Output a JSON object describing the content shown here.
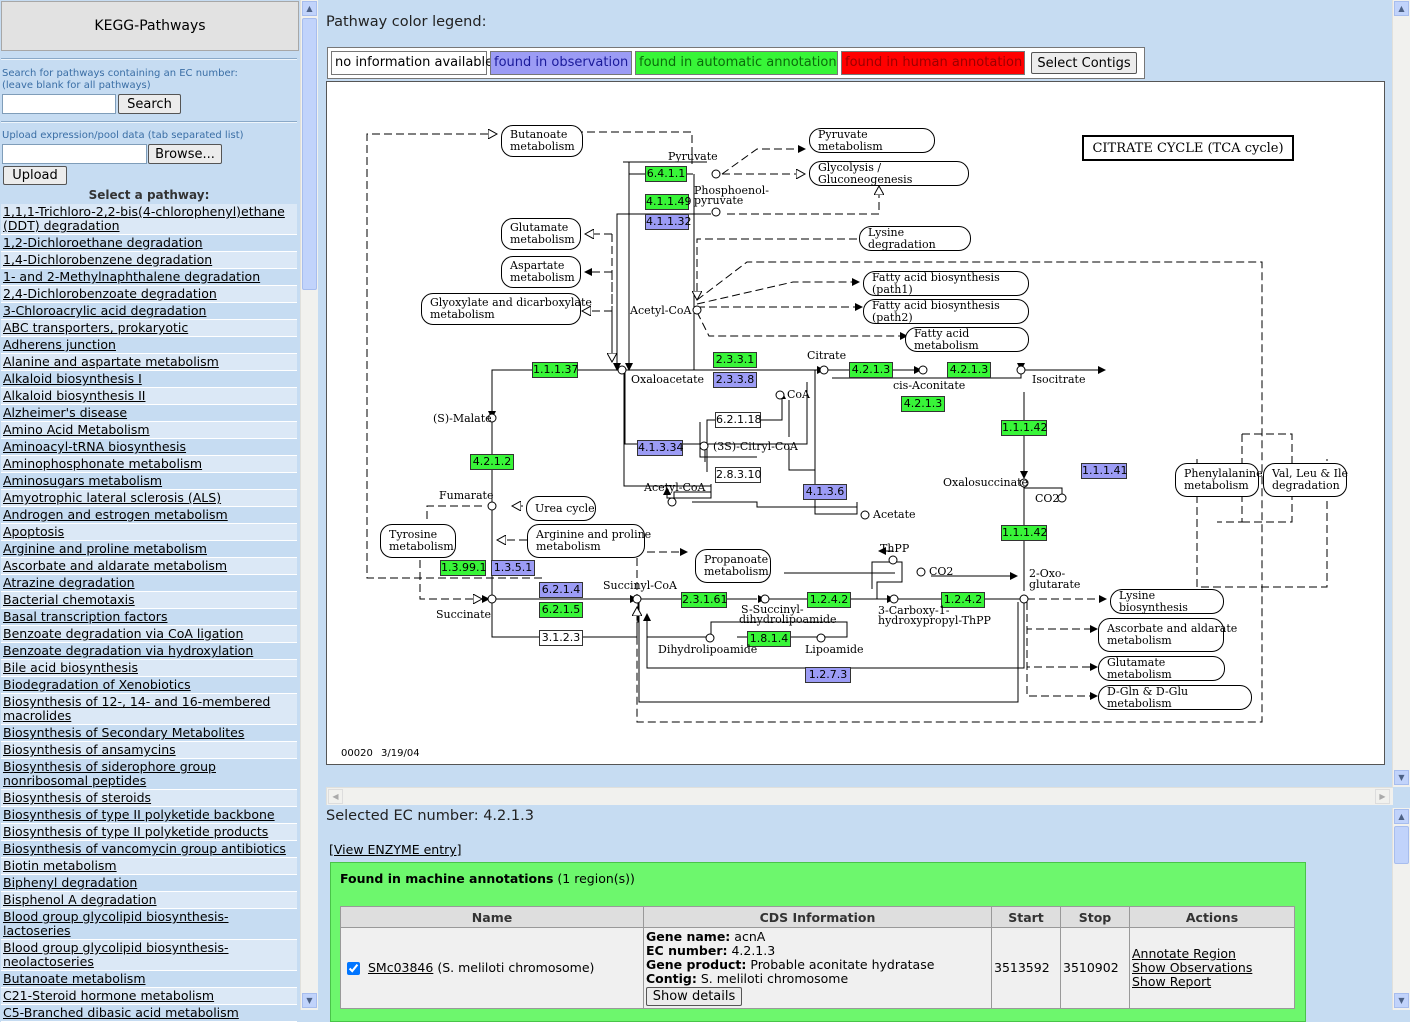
{
  "left": {
    "title": "KEGG-Pathways",
    "ec_search_note_1": "Search for pathways containing an EC number:",
    "ec_search_note_2": "(leave blank for all pathways)",
    "ec_search_value": "",
    "search_label": "Search",
    "upload_note": "Upload expression/pool data (tab separated list)",
    "browse_label": "Browse...",
    "upload_label": "Upload",
    "select_title": "Select a pathway:",
    "pathways": [
      "1,1,1-Trichloro-2,2-bis(4-chlorophenyl)ethane (DDT) degradation",
      "1,2-Dichloroethane degradation",
      "1,4-Dichlorobenzene degradation",
      "1- and 2-Methylnaphthalene degradation",
      "2,4-Dichlorobenzoate degradation",
      "3-Chloroacrylic acid degradation",
      "ABC transporters, prokaryotic",
      "Adherens junction",
      "Alanine and aspartate metabolism",
      "Alkaloid biosynthesis I",
      "Alkaloid biosynthesis II",
      "Alzheimer's disease",
      "Amino Acid Metabolism",
      "Aminoacyl-tRNA biosynthesis",
      "Aminophosphonate metabolism",
      "Aminosugars metabolism",
      "Amyotrophic lateral sclerosis (ALS)",
      "Androgen and estrogen metabolism",
      "Apoptosis",
      "Arginine and proline metabolism",
      "Ascorbate and aldarate metabolism",
      "Atrazine degradation",
      "Bacterial chemotaxis",
      "Basal transcription factors",
      "Benzoate degradation via CoA ligation",
      "Benzoate degradation via hydroxylation",
      "Bile acid biosynthesis",
      "Biodegradation of Xenobiotics",
      "Biosynthesis of 12-, 14- and 16-membered macrolides",
      "Biosynthesis of Secondary Metabolites",
      "Biosynthesis of ansamycins",
      "Biosynthesis of siderophore group nonribosomal peptides",
      "Biosynthesis of steroids",
      "Biosynthesis of type II polyketide backbone",
      "Biosynthesis of type II polyketide products",
      "Biosynthesis of vancomycin group antibiotics",
      "Biotin metabolism",
      "Biphenyl degradation",
      "Bisphenol A degradation",
      "Blood group glycolipid biosynthesis-lactoseries",
      "Blood group glycolipid biosynthesis-neolactoseries",
      "Butanoate metabolism",
      "C21-Steroid hormone metabolism",
      "C5-Branched dibasic acid metabolism"
    ]
  },
  "legend": {
    "title": "Pathway color legend:",
    "items": [
      {
        "label": "no information available",
        "bg": "#ffffff",
        "fg": "#000000"
      },
      {
        "label": "found in observation",
        "bg": "#9c9cf5",
        "fg": "#1a1a9a"
      },
      {
        "label": "found in automatic annotation",
        "bg": "#38f538",
        "fg": "#0b6b0b"
      },
      {
        "label": "found in human annotation",
        "bg": "#ff0000",
        "fg": "#9a0000"
      }
    ],
    "select_contigs_label": "Select Contigs"
  },
  "map": {
    "title": "CITRATE CYCLE (TCA cycle)",
    "footer_id": "00020",
    "footer_date": "3/19/04",
    "enzymes": [
      {
        "id": "6.4.1.1",
        "color": "g"
      },
      {
        "id": "4.1.1.49",
        "color": "g"
      },
      {
        "id": "4.1.1.32",
        "color": "p"
      },
      {
        "id": "2.3.3.1",
        "color": "g"
      },
      {
        "id": "2.3.3.8",
        "color": "p"
      },
      {
        "id": "4.2.1.3",
        "color": "g"
      },
      {
        "id": "4.2.1.3",
        "color": "g"
      },
      {
        "id": "4.2.1.3",
        "color": "g"
      },
      {
        "id": "1.1.1.37",
        "color": "g"
      },
      {
        "id": "6.2.1.18",
        "color": "w"
      },
      {
        "id": "4.1.3.34",
        "color": "p"
      },
      {
        "id": "2.8.3.10",
        "color": "w"
      },
      {
        "id": "4.1.3.6",
        "color": "p"
      },
      {
        "id": "1.1.1.42",
        "color": "g"
      },
      {
        "id": "1.1.1.41",
        "color": "p"
      },
      {
        "id": "1.1.1.42",
        "color": "g"
      },
      {
        "id": "4.2.1.2",
        "color": "g"
      },
      {
        "id": "1.3.99.1",
        "color": "g"
      },
      {
        "id": "1.3.5.1",
        "color": "p"
      },
      {
        "id": "6.2.1.4",
        "color": "p"
      },
      {
        "id": "6.2.1.5",
        "color": "g"
      },
      {
        "id": "3.1.2.3",
        "color": "w"
      },
      {
        "id": "2.3.1.61",
        "color": "g"
      },
      {
        "id": "1.2.4.2",
        "color": "g"
      },
      {
        "id": "1.2.4.2",
        "color": "g"
      },
      {
        "id": "1.8.1.4",
        "color": "g"
      },
      {
        "id": "1.2.7.3",
        "color": "p"
      }
    ],
    "compounds": {
      "pyruvate": "Pyruvate",
      "pep1": "Phosphoenol-",
      "pep2": "pyruvate",
      "acetylcoa": "Acetyl-CoA",
      "oxaloacetate": "Oxaloacetate",
      "citrate": "Citrate",
      "coa": "CoA",
      "cisaconitate": "cis-Aconitate",
      "isocitrate": "Isocitrate",
      "malate": "(S)-Malate",
      "citrylcoa": "(3S)-Citryl-CoA",
      "acetylcoa2": "Acetyl-CoA",
      "acetate": "Acetate",
      "oxalosuccinate": "Oxalosuccinate",
      "co2a": "CO2",
      "fumarate": "Fumarate",
      "thpp": "ThPP",
      "co2b": "CO2",
      "oxo1": "2-Oxo-",
      "oxo2": "glutarate",
      "succinylcoa": "Succinyl-CoA",
      "succinate": "Succinate",
      "ssuc1": "S-Succinyl-",
      "ssuc2": "dihydrolipoamide",
      "carb1": "3-Carboxy-1-",
      "carb2": "hydroxypropyl-ThPP",
      "dihydro": "Dihydrolipoamide",
      "lipo": "Lipoamide"
    },
    "pathway_boxes": {
      "butanoate": "Butanoate\nmetabolism",
      "pyruvate_met": "Pyruvate metabolism",
      "glycolysis": "Glycolysis / Gluconeogenesis",
      "glutamate1": "Glutamate\nmetabolism",
      "lysine_deg": "Lysine degradation",
      "aspartate": "Aspartate\nmetabolism",
      "fa1": "Fatty acid biosynthesis (path1)",
      "glyoxylate": "Glyoxylate and dicarboxylate\nmetabolism",
      "fa2": "Fatty acid biosynthesis (path2)",
      "fa_met": "Fatty acid metabolism",
      "phenylalanine": "Phenylalanine\nmetabolism",
      "valleu": "Val, Leu & Ile\ndegradation",
      "urea": "Urea cycle",
      "tyrosine": "Tyrosine\nmetabolism",
      "arginine": "Arginine and proline\nmetabolism",
      "propanoate": "Propanoate\nmetabolism",
      "lysine_bio": "Lysine biosynthesis",
      "ascorbate": "Ascorbate and aldarate\nmetabolism",
      "glutamate2": "Glutamate metabolism",
      "dgln": "D-Gln & D-Glu metabolism"
    }
  },
  "selection": {
    "title": "Selected EC number: 4.2.1.3",
    "enzyme_link": "[View ENZYME entry]",
    "found_title_bold": "Found in machine annotations",
    "found_title_rest": " (1 region(s))",
    "table": {
      "headers": [
        "Name",
        "CDS Information",
        "Start",
        "Stop",
        "Actions"
      ],
      "row": {
        "gene_link": "SMc03846",
        "gene_org": " (S. meliloti chromosome)",
        "gene_name_label": "Gene name:",
        "gene_name": " acnA",
        "ec_label": "EC number:",
        "ec": " 4.2.1.3",
        "product_label": "Gene product:",
        "product": " Probable aconitate hydratase",
        "contig_label": "Contig:",
        "contig": " S. meliloti chromosome",
        "show_details": "Show details",
        "start": "3513592",
        "stop": "3510902",
        "actions": [
          "Annotate Region",
          "Show Observations",
          "Show Report"
        ]
      }
    }
  }
}
